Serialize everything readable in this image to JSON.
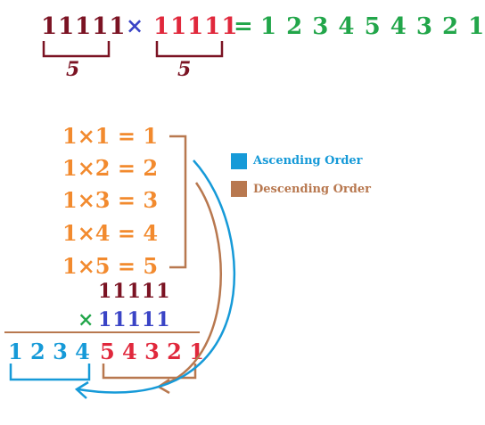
{
  "equation": {
    "factor_a": "11111",
    "times": "×",
    "factor_b": "11111",
    "equals": "=",
    "result": "1 2 3 4 5 4 3 2 1",
    "count_a": "5",
    "count_b": "5"
  },
  "pattern": [
    "1×1 = 1",
    "1×2 = 2",
    "1×3 = 3",
    "1×4 = 4",
    "1×5 = 5"
  ],
  "multiplication": {
    "top": "11111",
    "sign": "×",
    "bottom": "11111",
    "ascending": "1 2 3 4",
    "descending": "5 4 3 2 1"
  },
  "legend": [
    {
      "label": "Ascending Order",
      "color": "#169ad8"
    },
    {
      "label": "Descending Order",
      "color": "#b8784f"
    }
  ],
  "colors": {
    "maroon": "#7b1323",
    "red": "#e0283c",
    "green": "#22a64a",
    "blue": "#3a44c6",
    "orange": "#f28a2e",
    "sky": "#169ad8",
    "brown": "#b8784f"
  }
}
